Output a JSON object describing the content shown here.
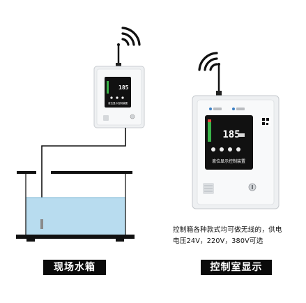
{
  "site_label": "现场水箱",
  "control_room_label": "控制室显示",
  "description": {
    "line1": "控制箱各种款式均可做无线的，供电",
    "line2": "电压24V，220V，380V可选"
  },
  "device": {
    "display_value": "185",
    "panel_title": "液位显示控制装置"
  },
  "colors": {
    "water": "#b8dcef",
    "tank_outline": "#1a1a1a",
    "cabinet": "#f4f5f6",
    "panel": "#111111",
    "level_bar": "#3bb54a"
  },
  "icons": [
    "wireless-signal-icon",
    "antenna-icon",
    "lock-icon",
    "speaker-vent-icon",
    "qr-code-icon"
  ]
}
